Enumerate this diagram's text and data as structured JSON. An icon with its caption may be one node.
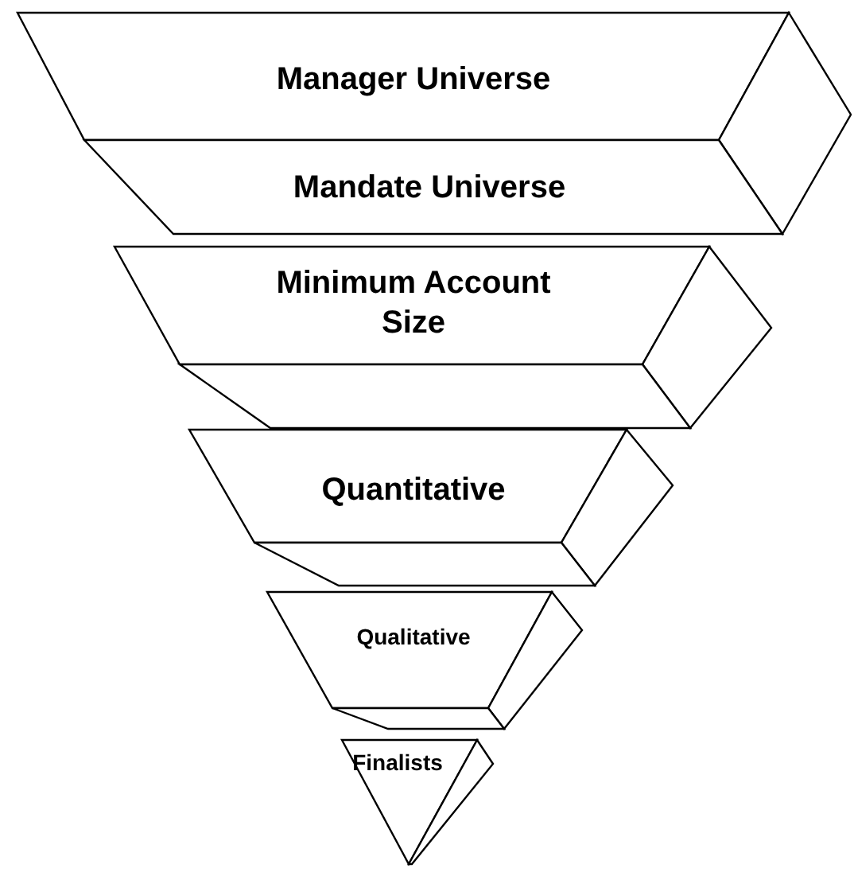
{
  "diagram": {
    "nodes": [
      {
        "text": [
          "Manager Universe"
        ]
      },
      {
        "text": [
          "Mandate Universe"
        ]
      },
      {
        "text": [
          "Minimum Account Size"
        ]
      },
      {
        "text": [
          "Quantitative"
        ]
      },
      {
        "text": [
          "Qualitative"
        ]
      },
      {
        "text": [
          "Finalists"
        ]
      }
    ]
  }
}
